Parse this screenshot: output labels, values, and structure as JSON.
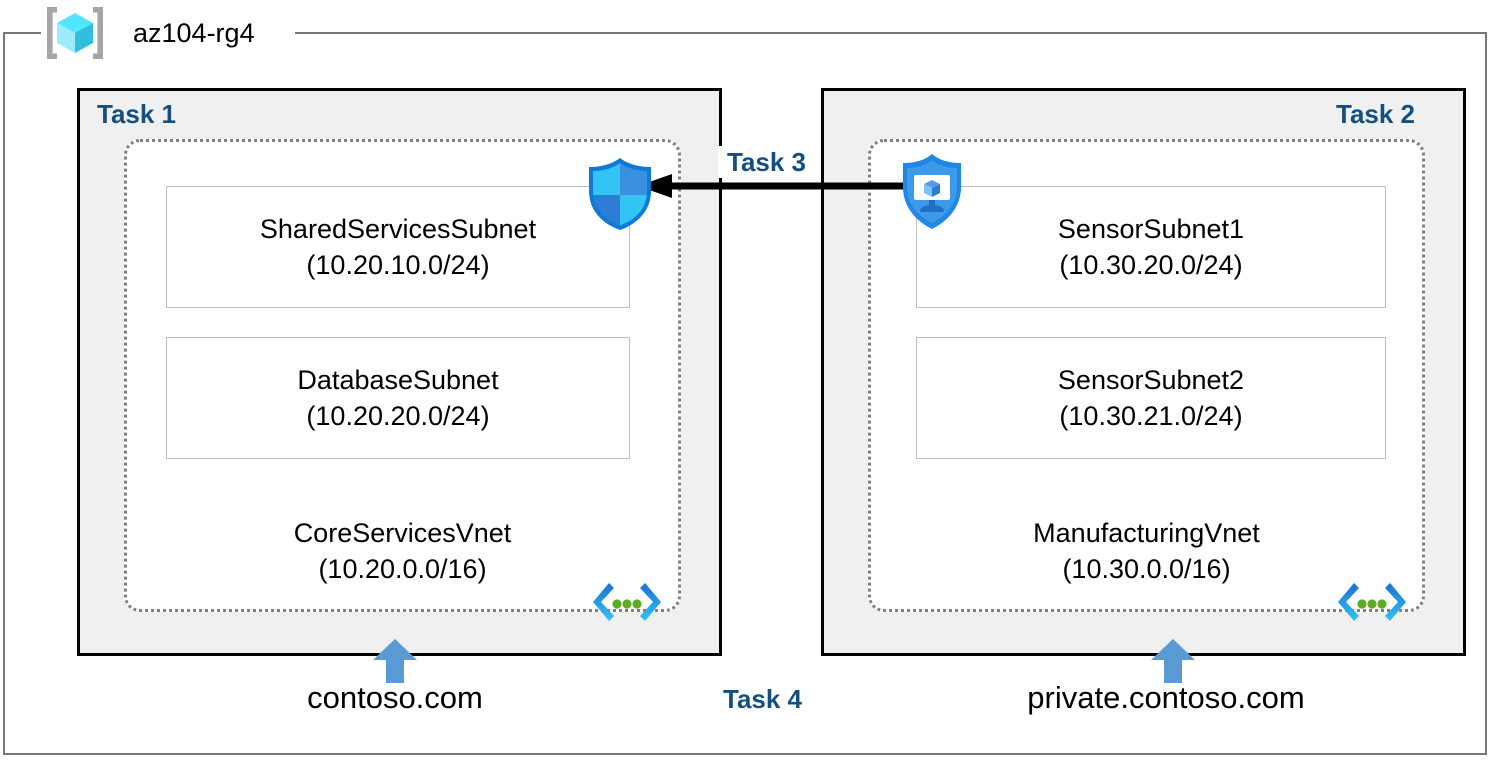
{
  "resource_group": {
    "name": "az104-rg4",
    "icon": "azure-resource-group-cube-icon"
  },
  "colors": {
    "task_label": "#14507f",
    "box_fill": "#f0f0f0",
    "box_border": "#000000",
    "vnet_border": "#808080",
    "subnet_border": "#bfbfbf",
    "dns_arrow": "#5a9bd5",
    "cube_cyan": "#50e6ff",
    "cube_blue": "#32bedd",
    "firewall_cyan": "#32c5f4",
    "firewall_blue": "#2e7cd6",
    "bastion_blue": "#1f87e5",
    "vnet_dot_green": "#5faa26"
  },
  "tasks": {
    "task1": "Task 1",
    "task2": "Task 2",
    "task3": "Task 3",
    "task4": "Task 4"
  },
  "vnets": [
    {
      "id": "core-services-vnet",
      "name": "CoreServicesVnet",
      "cidr": "(10.20.0.0/16)",
      "icon": "virtual-network-icon",
      "subnets": [
        {
          "id": "shared-services-subnet",
          "name": "SharedServicesSubnet",
          "cidr": "(10.20.10.0/24)"
        },
        {
          "id": "database-subnet",
          "name": "DatabaseSubnet",
          "cidr": "(10.20.20.0/24)"
        }
      ]
    },
    {
      "id": "manufacturing-vnet",
      "name": "ManufacturingVnet",
      "cidr": "(10.30.0.0/16)",
      "icon": "virtual-network-icon",
      "subnets": [
        {
          "id": "sensor-subnet-1",
          "name": "SensorSubnet1",
          "cidr": "(10.30.20.0/24)"
        },
        {
          "id": "sensor-subnet-2",
          "name": "SensorSubnet2",
          "cidr": "(10.30.21.0/24)"
        }
      ]
    }
  ],
  "services": {
    "firewall": {
      "icon": "azure-firewall-shield-icon"
    },
    "bastion": {
      "icon": "azure-bastion-shield-icon"
    }
  },
  "peering": {
    "label": "Task 3",
    "direction": "right-to-left",
    "icon": "peering-arrow-icon"
  },
  "dns_zones": [
    {
      "id": "contoso-zone",
      "name": "contoso.com",
      "icon": "up-arrow-icon"
    },
    {
      "id": "private-contoso-zone",
      "name": "private.contoso.com",
      "icon": "up-arrow-icon"
    }
  ]
}
